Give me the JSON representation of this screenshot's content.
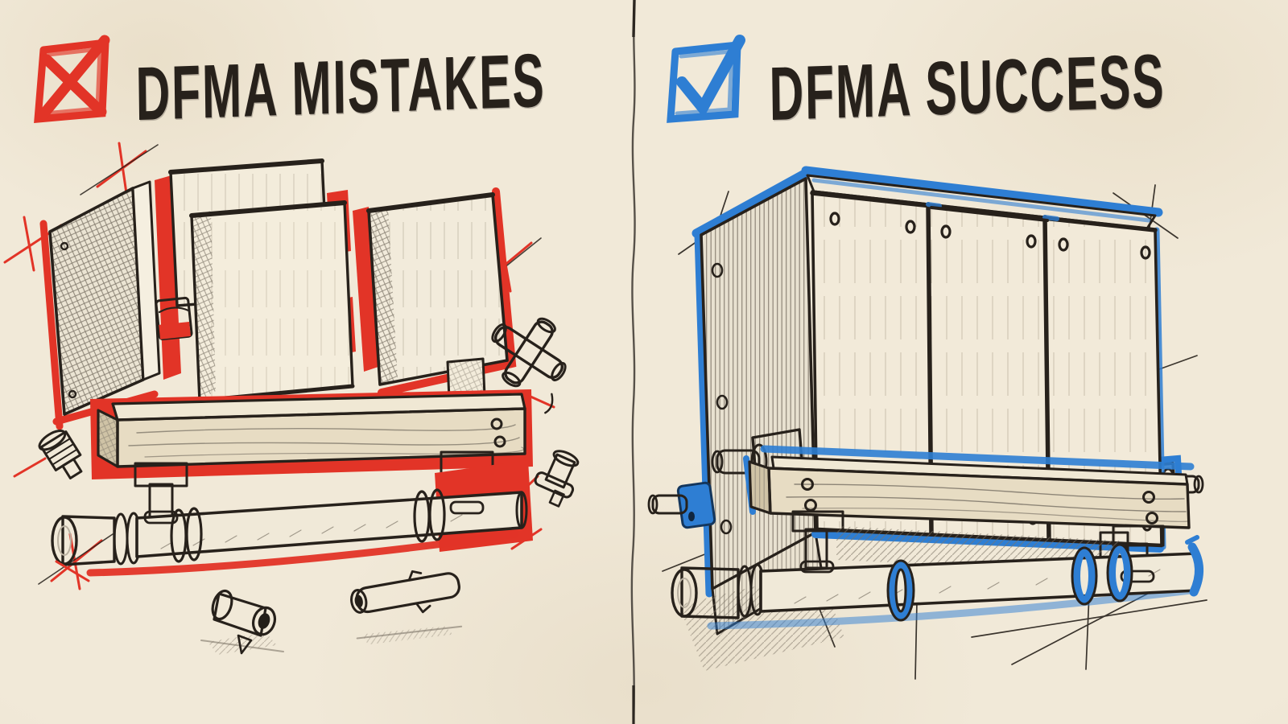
{
  "left_panel": {
    "title": "DFMA MISTAKES",
    "checkbox_icon": "x-mark-checkbox-icon",
    "status": "mistakes",
    "parts": [
      "misaligned-panels",
      "gap-highlights",
      "wood-beam",
      "pipe-run",
      "loose-cross-fitting",
      "loose-bolts",
      "loose-pipe-segments"
    ]
  },
  "right_panel": {
    "title": "DFMA SUCCESS",
    "checkbox_icon": "check-mark-checkbox-icon",
    "status": "success",
    "parts": [
      "assembled-panels",
      "panel-screws",
      "mounting-brackets",
      "wood-beam",
      "pipe-run",
      "blue-gasket-rings"
    ]
  },
  "colors": {
    "paper": "#f1e9d8",
    "ink": "#27211b",
    "error_red": "#e23427",
    "success_blue": "#2e7ed3",
    "pencil": "#8d8577",
    "wood": "#e7dcc3",
    "metal": "#f0e9d8"
  }
}
